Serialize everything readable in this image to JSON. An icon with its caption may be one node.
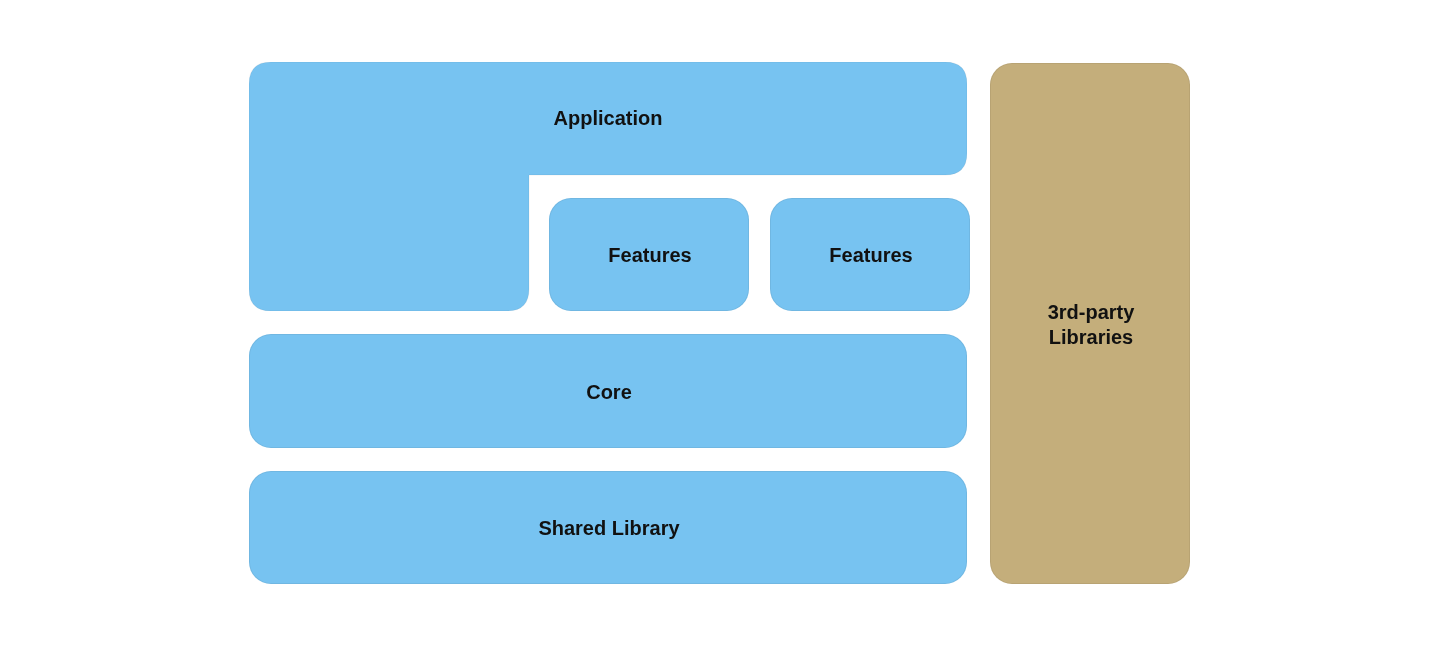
{
  "diagram": {
    "nodes": [
      {
        "text": [
          "Application"
        ]
      },
      {
        "text": [
          "Features"
        ]
      },
      {
        "text": [
          "Features"
        ]
      },
      {
        "text": [
          "Core"
        ]
      },
      {
        "text": [
          "Shared Library"
        ]
      },
      {
        "text": [
          "3rd-party Libraries"
        ]
      }
    ]
  }
}
